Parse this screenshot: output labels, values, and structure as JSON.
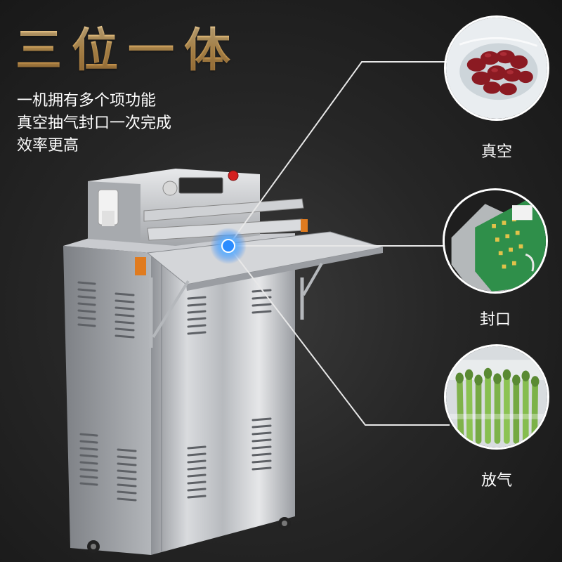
{
  "headline": "三位一体",
  "description": [
    "一机拥有多个项功能",
    "真空抽气封口一次完成",
    "效率更高"
  ],
  "features": [
    {
      "label": "真空",
      "icon": "vacuum-sealed-dates-icon"
    },
    {
      "label": "封口",
      "icon": "sealed-circuit-board-bag-icon"
    },
    {
      "label": "放气",
      "icon": "vacuum-packed-asparagus-icon"
    }
  ],
  "colors": {
    "title_gold": "#d9a85c",
    "background": "#1c1c1c",
    "accent_blue": "#1a7cff",
    "text": "#ffffff"
  }
}
